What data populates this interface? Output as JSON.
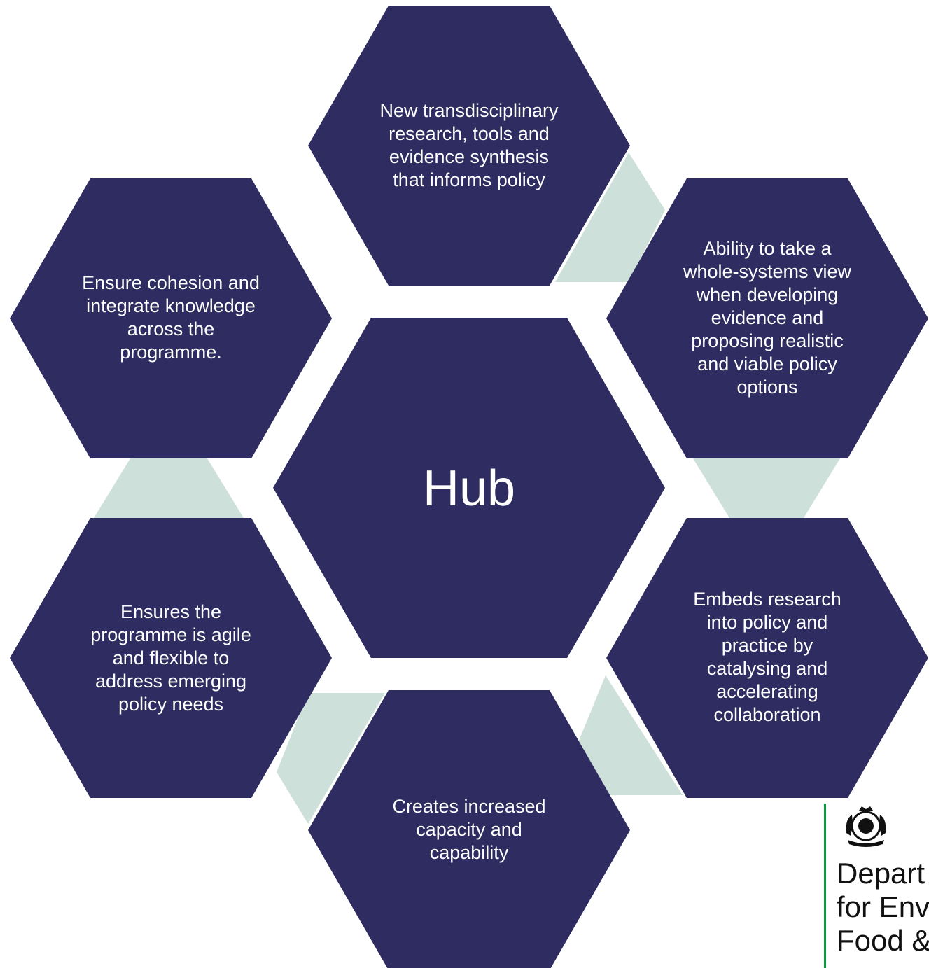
{
  "colors": {
    "hexagon_fill": "#2e2c60",
    "connector_fill": "#cde0da",
    "text": "#ffffff",
    "logo_rule": "#00a33b",
    "logo_text": "#111111"
  },
  "hub": {
    "label": "Hub"
  },
  "hexagons": [
    {
      "id": "top",
      "lines": [
        "New transdisciplinary",
        "research, tools and",
        "evidence synthesis",
        "that informs policy"
      ]
    },
    {
      "id": "upper-right",
      "lines": [
        "Ability to take a",
        "whole-systems view",
        "when developing",
        "evidence and",
        "proposing realistic",
        "and viable policy",
        "options"
      ]
    },
    {
      "id": "lower-right",
      "lines": [
        "Embeds research",
        "into policy and",
        "practice by",
        "catalysing and",
        "accelerating",
        "collaboration"
      ]
    },
    {
      "id": "bottom",
      "lines": [
        "Creates increased",
        "capacity and",
        "capability"
      ]
    },
    {
      "id": "lower-left",
      "lines": [
        "Ensures the",
        "programme is agile",
        "and flexible to",
        "address emerging",
        "policy needs"
      ]
    },
    {
      "id": "upper-left",
      "lines": [
        "Ensure cohesion and",
        "integrate knowledge",
        "across the",
        "programme."
      ]
    }
  ],
  "logo": {
    "crest_icon": "royal-coat-of-arms-icon",
    "lines": [
      "Depart",
      "for Env",
      "Food &"
    ]
  }
}
